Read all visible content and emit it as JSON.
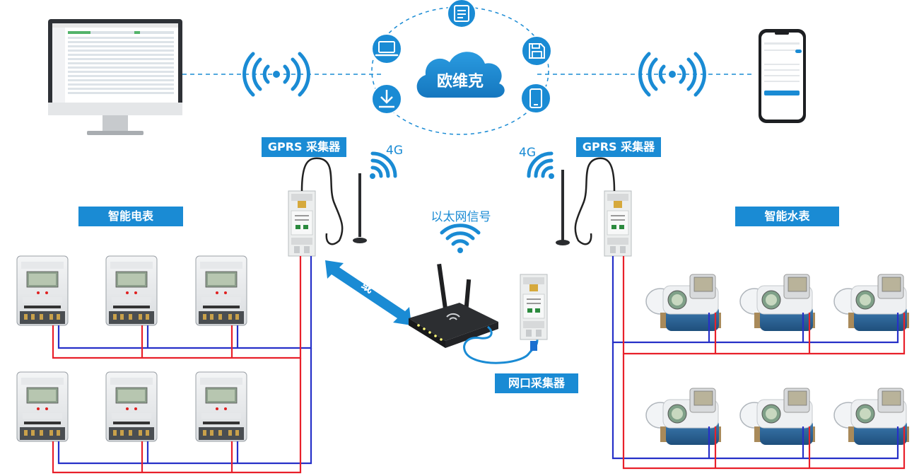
{
  "cloud": {
    "label": "欧维克"
  },
  "collectors": {
    "left_gprs": "GPRS 采集器",
    "right_gprs": "GPRS 采集器",
    "ethernet": "网口采集器"
  },
  "signals": {
    "left_4g": "4G",
    "right_4g": "4G",
    "ethernet_signal": "以太网信号",
    "or": "或"
  },
  "groups": {
    "electric_meters": "智能电表",
    "water_meters": "智能水表"
  },
  "colors": {
    "accent": "#1a8bd4",
    "wire_red": "#e8202a",
    "wire_blue": "#2630c8"
  },
  "icons": [
    "monitor-icon",
    "phone-icon",
    "cloud-icon",
    "laptop-icon",
    "document-icon",
    "save-icon",
    "download-icon",
    "mobile-icon",
    "wifi-icon",
    "router-icon",
    "antenna-icon"
  ]
}
